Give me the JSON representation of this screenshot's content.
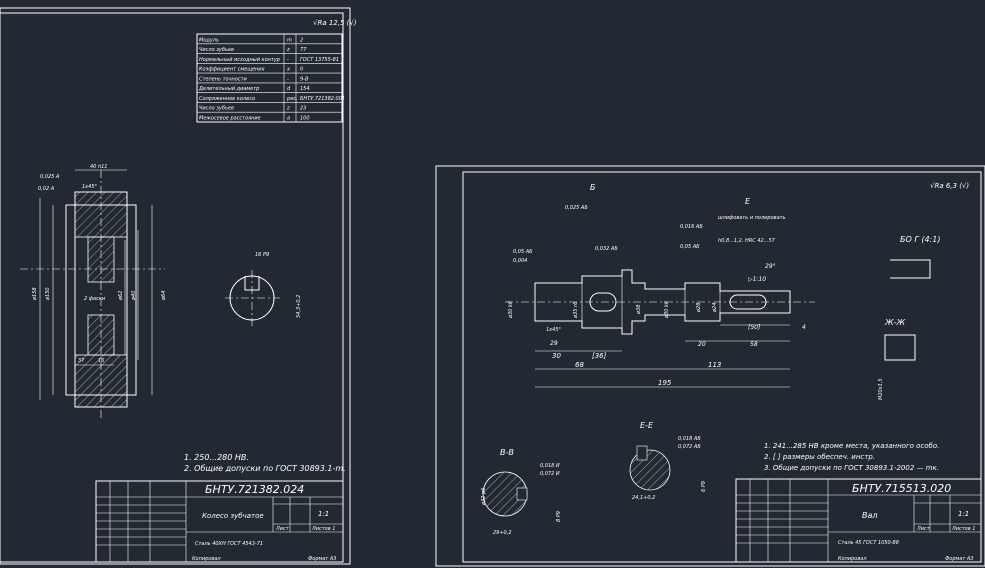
{
  "sheet1": {
    "roughness": "√Ra 12,5 (√)",
    "gear_params": [
      {
        "label": "Модуль",
        "sym": "m",
        "val": "2"
      },
      {
        "label": "Число зубьев",
        "sym": "z",
        "val": "77"
      },
      {
        "label": "Нормальный исходный контур",
        "sym": "-",
        "val": "ГОСТ 13755-81"
      },
      {
        "label": "Коэффициент смещения",
        "sym": "x",
        "val": "0"
      },
      {
        "label": "Степень точности",
        "sym": "-",
        "val": "9-B"
      },
      {
        "label": "Делительный диаметр",
        "sym": "d",
        "val": "154"
      },
      {
        "label": "Сопряженное колесо",
        "sym": "рис.",
        "val": "БНТУ.721382.001"
      },
      {
        "label": "Число зубьев",
        "sym": "z",
        "val": "23"
      },
      {
        "label": "Межосевое расстояние",
        "sym": "a",
        "val": "100"
      }
    ],
    "dims": {
      "d_outer": "ø158",
      "d_root": "ø150",
      "d_inner": "ø40",
      "d_hub": "ø62",
      "d_bore": "ø64",
      "width": "40 h11",
      "hub_len": "37",
      "rim": "16",
      "chamfer": "1x45°",
      "chamfer2": "2 фаски",
      "keyway": "16 P9",
      "keyway_depth": "54,3+0,2",
      "tol1": "0,025 А",
      "tol2": "0,02 А"
    },
    "notes": [
      "1. 250...280 HB.",
      "2. Общие допуски по ГОСТ 30893.1-m."
    ],
    "title_block": {
      "designation": "БНТУ.721382.024",
      "name": "Колесо зубчатое",
      "material": "Сталь 40ХН ГОСТ 4543-71",
      "scale": "1:1",
      "sheet": "Лист",
      "sheets": "Листов 1",
      "copied": "Копировал",
      "format": "Формат А3"
    }
  },
  "sheet2": {
    "roughness": "√Ra 6,3 (√)",
    "labels": {
      "section_b": "Б",
      "section_e": "Е",
      "section_bb": "В-В",
      "section_ee": "Е-Е",
      "section_jj": "Ж-Ж",
      "view_g": "БО Г (4:1)",
      "hardening": "шлифовать и полировать",
      "hrc": "h0,8...1,2. HRC 42...57"
    },
    "dims": {
      "total": "195",
      "l1": "68",
      "l2": "113",
      "l3": "30",
      "l4": "[36]",
      "l5": "29",
      "l6": "20",
      "l7": "58",
      "l8": "[50]",
      "l9": "4",
      "cone": "▷1:10",
      "angle": "29°",
      "chamfer": "1x45°",
      "d1": "ø30 k6",
      "d2": "ø35 r6",
      "d3": "ø38",
      "d4": "ø30 k6",
      "d5": "ø28",
      "d6": "ø24",
      "bb_w": "29+0,2",
      "ee_w": "24,1+0,2",
      "bb_k": "8 P9",
      "ee_k": "6 P9",
      "bb_d": "ø32 p6",
      "jj_d": "M20x1,5",
      "tol1": "0,025 АБ",
      "tol2": "0,032 АБ",
      "tol3": "0,05 АБ",
      "tol4": "0,004",
      "tol5": "0,016 АБ",
      "tol6": "0,05 АБ",
      "tol7": "0,018 АБ",
      "tol8": "0,072 АБ",
      "tol9": "0,018 И",
      "tol10": "0,072 И"
    },
    "notes": [
      "1. 241...285 НВ кроме места, указанного особо.",
      "2. [ ] размеры обеспеч. инстр.",
      "3. Общие допуски по ГОСТ 30893.1-2002 — mк."
    ],
    "title_block": {
      "designation": "БНТУ.715513.020",
      "name": "Вал",
      "material": "Сталь 45 ГОСТ 1050-88",
      "scale": "1:1",
      "sheet": "Лист",
      "sheets": "Листов 1",
      "copied": "Копировал",
      "format": "Формат А3"
    }
  }
}
